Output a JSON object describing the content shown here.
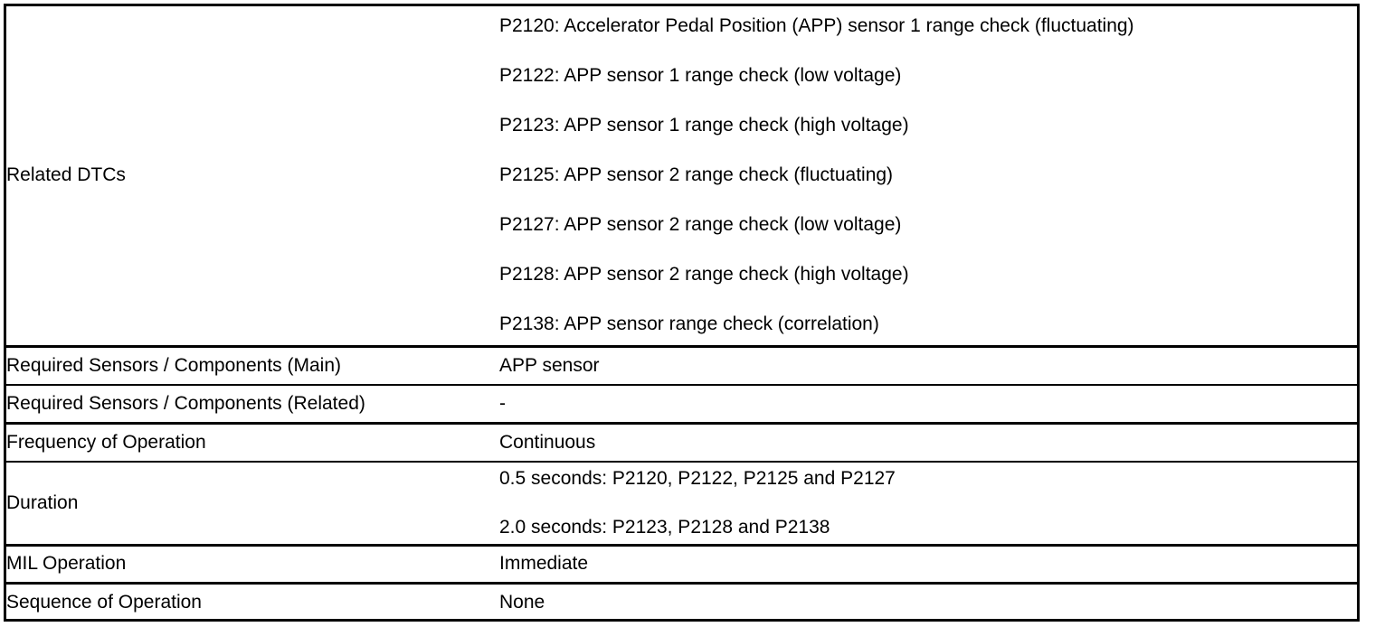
{
  "table": {
    "rows": [
      {
        "id": "related-dtcs",
        "label": "Related DTCs",
        "values": [
          "P2120: Accelerator Pedal Position (APP) sensor 1 range check (fluctuating)",
          "P2122: APP sensor 1 range check (low voltage)",
          "P2123: APP sensor 1 range check (high voltage)",
          "P2125: APP sensor 2 range check (fluctuating)",
          "P2127: APP sensor 2 range check (low voltage)",
          "P2128: APP sensor 2 range check (high voltage)",
          "P2138: APP sensor range check (correlation)"
        ]
      },
      {
        "id": "required-sensors-main",
        "label": "Required Sensors / Components (Main)",
        "value": "APP sensor"
      },
      {
        "id": "required-sensors-related",
        "label": "Required Sensors / Components (Related)",
        "value": "-"
      },
      {
        "id": "frequency-of-operation",
        "label": "Frequency of Operation",
        "value": "Continuous"
      },
      {
        "id": "duration",
        "label": "Duration",
        "values": [
          "0.5 seconds: P2120, P2122, P2125 and P2127",
          "2.0 seconds: P2123, P2128 and P2138"
        ]
      },
      {
        "id": "mil-operation",
        "label": "MIL Operation",
        "value": "Immediate"
      },
      {
        "id": "sequence-of-operation",
        "label": "Sequence of Operation",
        "value": "None"
      }
    ]
  },
  "style": {
    "border_color": "#000000",
    "text_color": "#000000",
    "background": "#ffffff"
  }
}
